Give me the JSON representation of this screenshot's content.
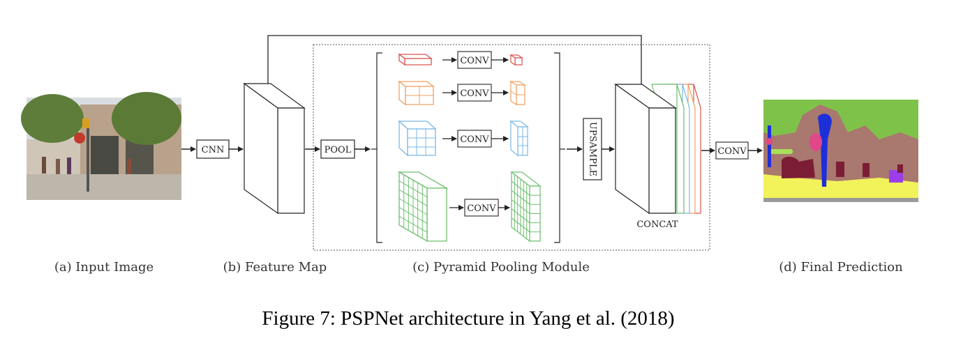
{
  "diagram": {
    "ops": {
      "cnn": "CNN",
      "pool": "POOL",
      "conv": "CONV",
      "upsample": "UPSAMPLE",
      "concat": "CONCAT"
    },
    "captions": {
      "input_image": "(a) Input Image",
      "feature_map": "(b) Feature Map",
      "pyramid_pooling": "(c) Pyramid Pooling Module",
      "final_prediction": "(d) Final Prediction"
    },
    "pyramid_levels": [
      {
        "level": 1,
        "color": "#d9534f"
      },
      {
        "level": 2,
        "color": "#f0a060"
      },
      {
        "level": 3,
        "color": "#7ab8e8"
      },
      {
        "level": 6,
        "color": "#6cbf6c"
      }
    ],
    "figure_caption": "Figure 7: PSPNet architecture in Yang et al. (2018)"
  },
  "colors": {
    "red": "#d9534f",
    "orange": "#f0a060",
    "blue": "#7ab8e8",
    "green": "#6cbf6c",
    "segmentation": {
      "vegetation": "#7fc24a",
      "building": "#a9786e",
      "road": "#f2f25a",
      "sidewalk_grey": "#9a9a9a",
      "person": "#7b1e35",
      "pole_blue": "#1d2fd9",
      "sign_pink": "#e0488a",
      "car_purple": "#9c3ee8"
    }
  }
}
